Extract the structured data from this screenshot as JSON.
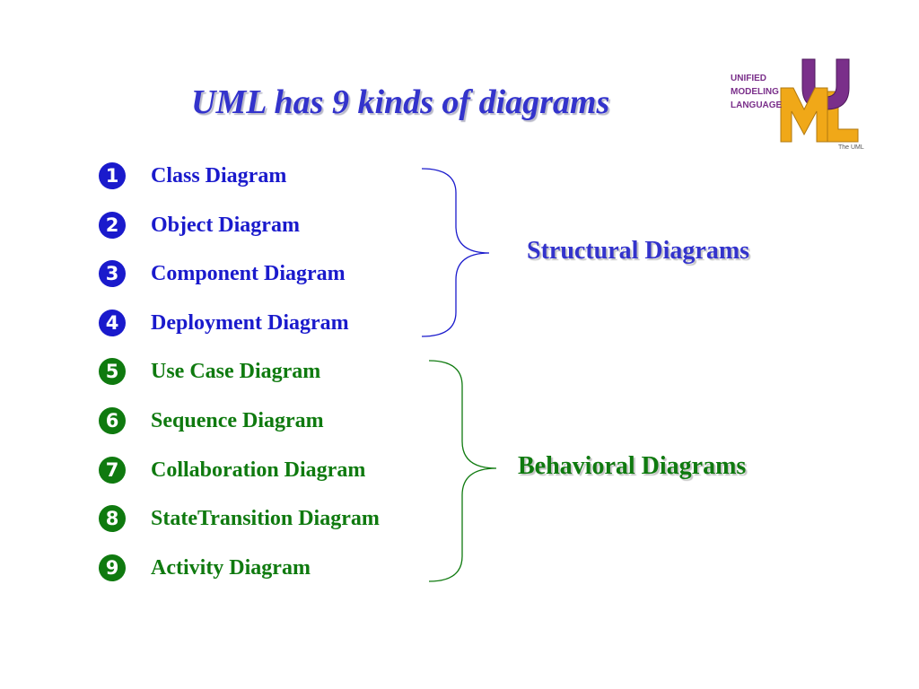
{
  "title": "UML has 9 kinds of diagrams",
  "logo": {
    "line1": "UNIFIED",
    "line2": "MODELING",
    "line3": "LANGUAGE",
    "caption": "The UML"
  },
  "colors": {
    "structural": "#1a1acc",
    "behavioral": "#0f7a0f",
    "logo_purple": "#7a2f8a",
    "logo_gold": "#f0a818"
  },
  "items": [
    {
      "marker": "1",
      "label": "Class Diagram"
    },
    {
      "marker": "2",
      "label": "Object Diagram"
    },
    {
      "marker": "3",
      "label": "Component Diagram"
    },
    {
      "marker": "4",
      "label": "Deployment Diagram"
    },
    {
      "marker": "5",
      "label": "Use Case Diagram"
    },
    {
      "marker": "6",
      "label": "Sequence Diagram"
    },
    {
      "marker": "7",
      "label": "Collaboration Diagram"
    },
    {
      "marker": "8",
      "label": "StateTransition Diagram"
    },
    {
      "marker": "9",
      "label": "Activity Diagram"
    }
  ],
  "groups": {
    "structural": "Structural Diagrams",
    "behavioral": "Behavioral Diagrams"
  }
}
